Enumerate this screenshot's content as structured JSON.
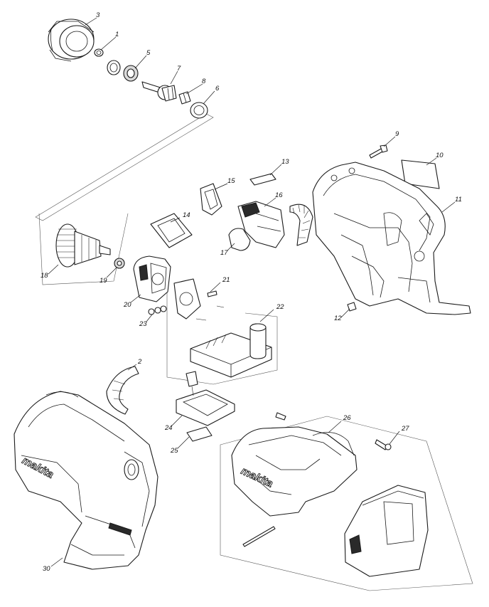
{
  "part_labels": {
    "p1": "1",
    "p2": "2",
    "p3": "3",
    "p5": "5",
    "p6": "6",
    "p7": "7",
    "p8": "8",
    "p9": "9",
    "p10": "10",
    "p11": "11",
    "p12": "12",
    "p13": "13",
    "p14": "14",
    "p15": "15",
    "p16": "16",
    "p17": "17",
    "p18": "18",
    "p19": "19",
    "p20": "20",
    "p21": "21",
    "p22": "22",
    "p23": "23",
    "p24": "24",
    "p25": "25",
    "p26": "26",
    "p27": "27",
    "p30": "30"
  },
  "brand": {
    "housing_logo": "makita",
    "cover_logo": "makita"
  }
}
